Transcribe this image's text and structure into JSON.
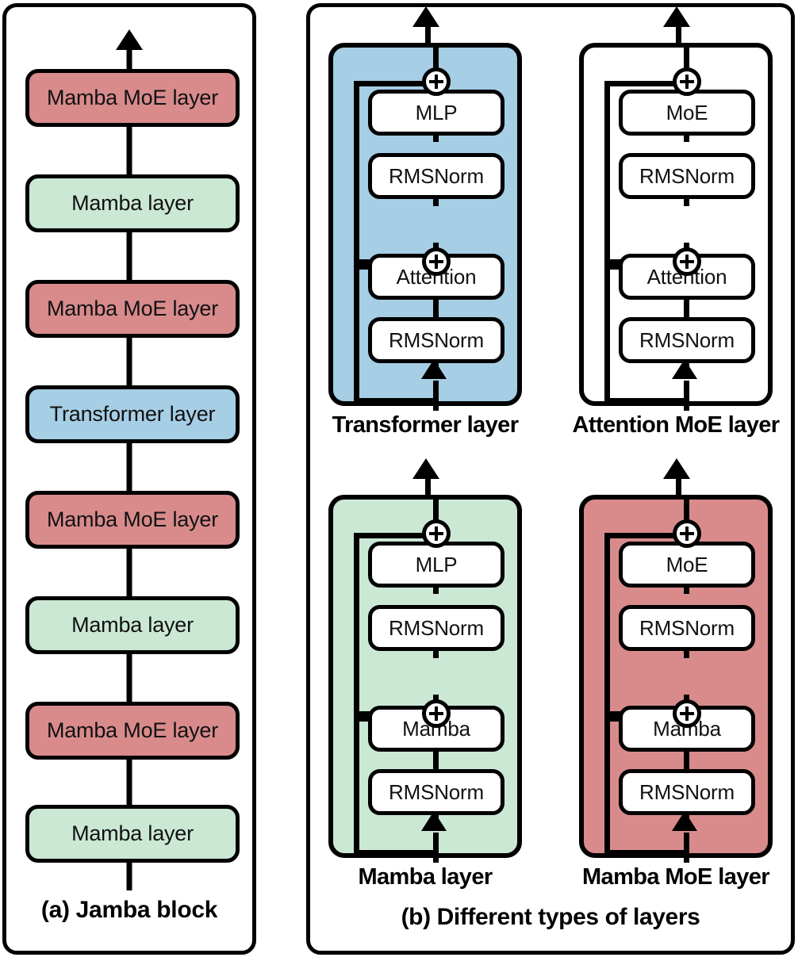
{
  "figure": {
    "title": "Jamba architecture diagram",
    "panels": [
      {
        "id": "a",
        "caption": "(a) Jamba block",
        "layers": [
          {
            "label": "Mamba MoE layer",
            "color": "#d98b8c",
            "kind": "mamba-moe"
          },
          {
            "label": "Mamba layer",
            "color": "#cbe8d5",
            "kind": "mamba"
          },
          {
            "label": "Mamba MoE layer",
            "color": "#d98b8c",
            "kind": "mamba-moe"
          },
          {
            "label": "Transformer layer",
            "color": "#a6cee5",
            "kind": "transformer"
          },
          {
            "label": "Mamba MoE layer",
            "color": "#d98b8c",
            "kind": "mamba-moe"
          },
          {
            "label": "Mamba layer",
            "color": "#cbe8d5",
            "kind": "mamba"
          },
          {
            "label": "Mamba MoE layer",
            "color": "#d98b8c",
            "kind": "mamba-moe"
          },
          {
            "label": "Mamba layer",
            "color": "#cbe8d5",
            "kind": "mamba"
          }
        ]
      },
      {
        "id": "b",
        "caption": "(b) Different types of layers",
        "units": [
          {
            "caption": "Transformer layer",
            "color": "#a6cee5",
            "blocks": [
              "MLP",
              "RMSNorm",
              "Attention",
              "RMSNorm"
            ],
            "adders": [
              "plus",
              "plus"
            ]
          },
          {
            "caption": "Attention MoE layer",
            "color": "#ffffff",
            "blocks": [
              "MoE",
              "RMSNorm",
              "Attention",
              "RMSNorm"
            ],
            "adders": [
              "plus",
              "plus"
            ]
          },
          {
            "caption": "Mamba layer",
            "color": "#cbe8d5",
            "blocks": [
              "MLP",
              "RMSNorm",
              "Mamba",
              "RMSNorm"
            ],
            "adders": [
              "plus",
              "plus"
            ]
          },
          {
            "caption": "Mamba MoE layer",
            "color": "#d98b8c",
            "blocks": [
              "MoE",
              "RMSNorm",
              "Mamba",
              "RMSNorm"
            ],
            "adders": [
              "plus",
              "plus"
            ]
          }
        ]
      }
    ],
    "colors": {
      "mamba_moe": "#d98b8c",
      "mamba": "#cbe8d5",
      "transformer": "#a6cee5",
      "stroke": "#000000",
      "background": "#ffffff"
    },
    "icons": {
      "adder": "⊕",
      "flow_arrow": "arrow-up"
    }
  }
}
